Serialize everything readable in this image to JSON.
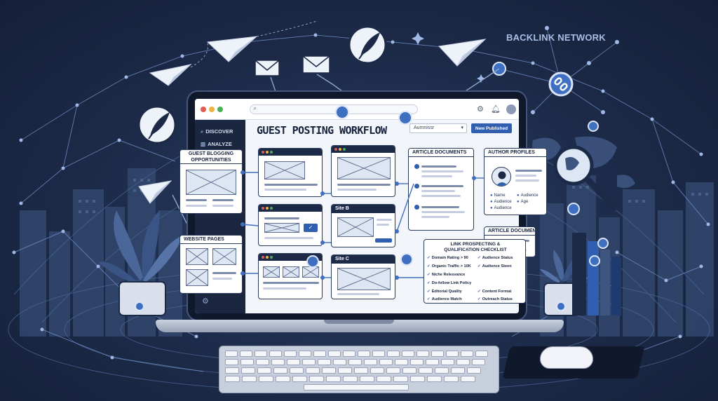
{
  "network": {
    "title": "BACKLINK NETWORK"
  },
  "app": {
    "title": "GUEST POSTING WORKFLOW",
    "select_value": "Aumnissr",
    "primary_button": "New Published"
  },
  "sidebar": {
    "items": [
      {
        "label": "DISCOVER",
        "icon": "search-icon"
      },
      {
        "label": "ANALYZE",
        "icon": "chart-icon"
      }
    ]
  },
  "cards": {
    "guest_blogging": "GUEST BLOGGING OPPORTUNITIES",
    "website_pages": "WEBSITE PAGES",
    "article_documents": "ARTICLE DOCUMENTS",
    "author_profiles": "AUTHOR PROFILES",
    "article_documents_2": "ARTICLE DOCUMENTS",
    "site_b": "Site B",
    "site_c": "Site C"
  },
  "author_profile": {
    "fields": [
      {
        "label": "Name"
      },
      {
        "label": "Audience"
      },
      {
        "label": "Audience"
      },
      {
        "label": "Age"
      },
      {
        "label": "Audience"
      }
    ]
  },
  "checklist": {
    "title_line1": "LINK PROSPECTING &",
    "title_line2": "QUALIFICATION CHECKLIST",
    "items": [
      "Domain Rating > 90",
      "Audience Status",
      "Organic Traffic > 10K",
      "Audience Steen",
      "Niche Relesvance",
      "Do-follow Link Policy",
      "Editorial Quality",
      "Content Format",
      "Audience Match",
      "Outreach Status"
    ]
  },
  "colors": {
    "background": "#1c2a48",
    "accent": "#2f5fae",
    "node": "#3f6fc0",
    "card_header": "#1c2a48"
  }
}
